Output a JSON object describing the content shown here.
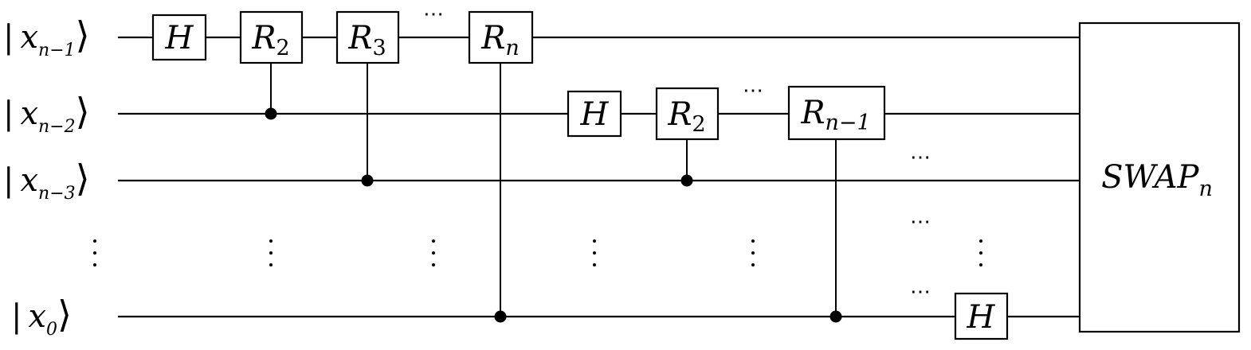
{
  "qubits": [
    {
      "bar": "|",
      "x": "x",
      "sub": "n−1",
      "angle": "⟩"
    },
    {
      "bar": "|",
      "x": "x",
      "sub": "n−2",
      "angle": "⟩"
    },
    {
      "bar": "|",
      "x": "x",
      "sub": "n−3",
      "angle": "⟩"
    },
    {
      "bar": "|",
      "x": "x",
      "sub": "0",
      "angle": "⟩"
    }
  ],
  "gates": [
    {
      "name": "H",
      "sub": ""
    },
    {
      "name": "R",
      "sub": "2"
    },
    {
      "name": "R",
      "sub": "3"
    },
    {
      "name": "R",
      "sub": "n"
    },
    {
      "name": "H",
      "sub": ""
    },
    {
      "name": "R",
      "sub": "2"
    },
    {
      "name": "R",
      "sub": "n−1"
    },
    {
      "name": "H",
      "sub": ""
    }
  ],
  "swap": {
    "label": "SWAP",
    "sub": "n"
  },
  "ellipsis": "⋯"
}
